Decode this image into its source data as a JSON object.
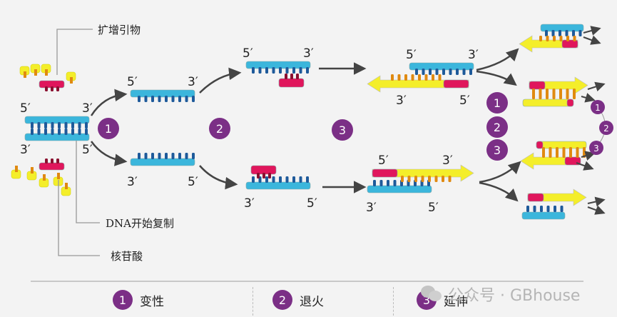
{
  "labels": {
    "primer": "扩增引物",
    "dna_start": "DNA开始复制",
    "nucleotide": "核苷酸",
    "five_prime": "5′",
    "three_prime": "3′"
  },
  "steps": [
    {
      "number": "1",
      "name": "变性"
    },
    {
      "number": "2",
      "name": "退火"
    },
    {
      "number": "3",
      "name": "延伸"
    }
  ],
  "watermark": "公众号 · GBhouse",
  "colors": {
    "template_strand": "#3bb6dc",
    "base_dark": "#1e5a9a",
    "primer": "#e0165c",
    "primer_base": "#8a1030",
    "new_strand": "#f4ee2a",
    "nucleotide_base": "#e08a10",
    "step_badge": "#7b2f86",
    "arrow": "#444444"
  }
}
